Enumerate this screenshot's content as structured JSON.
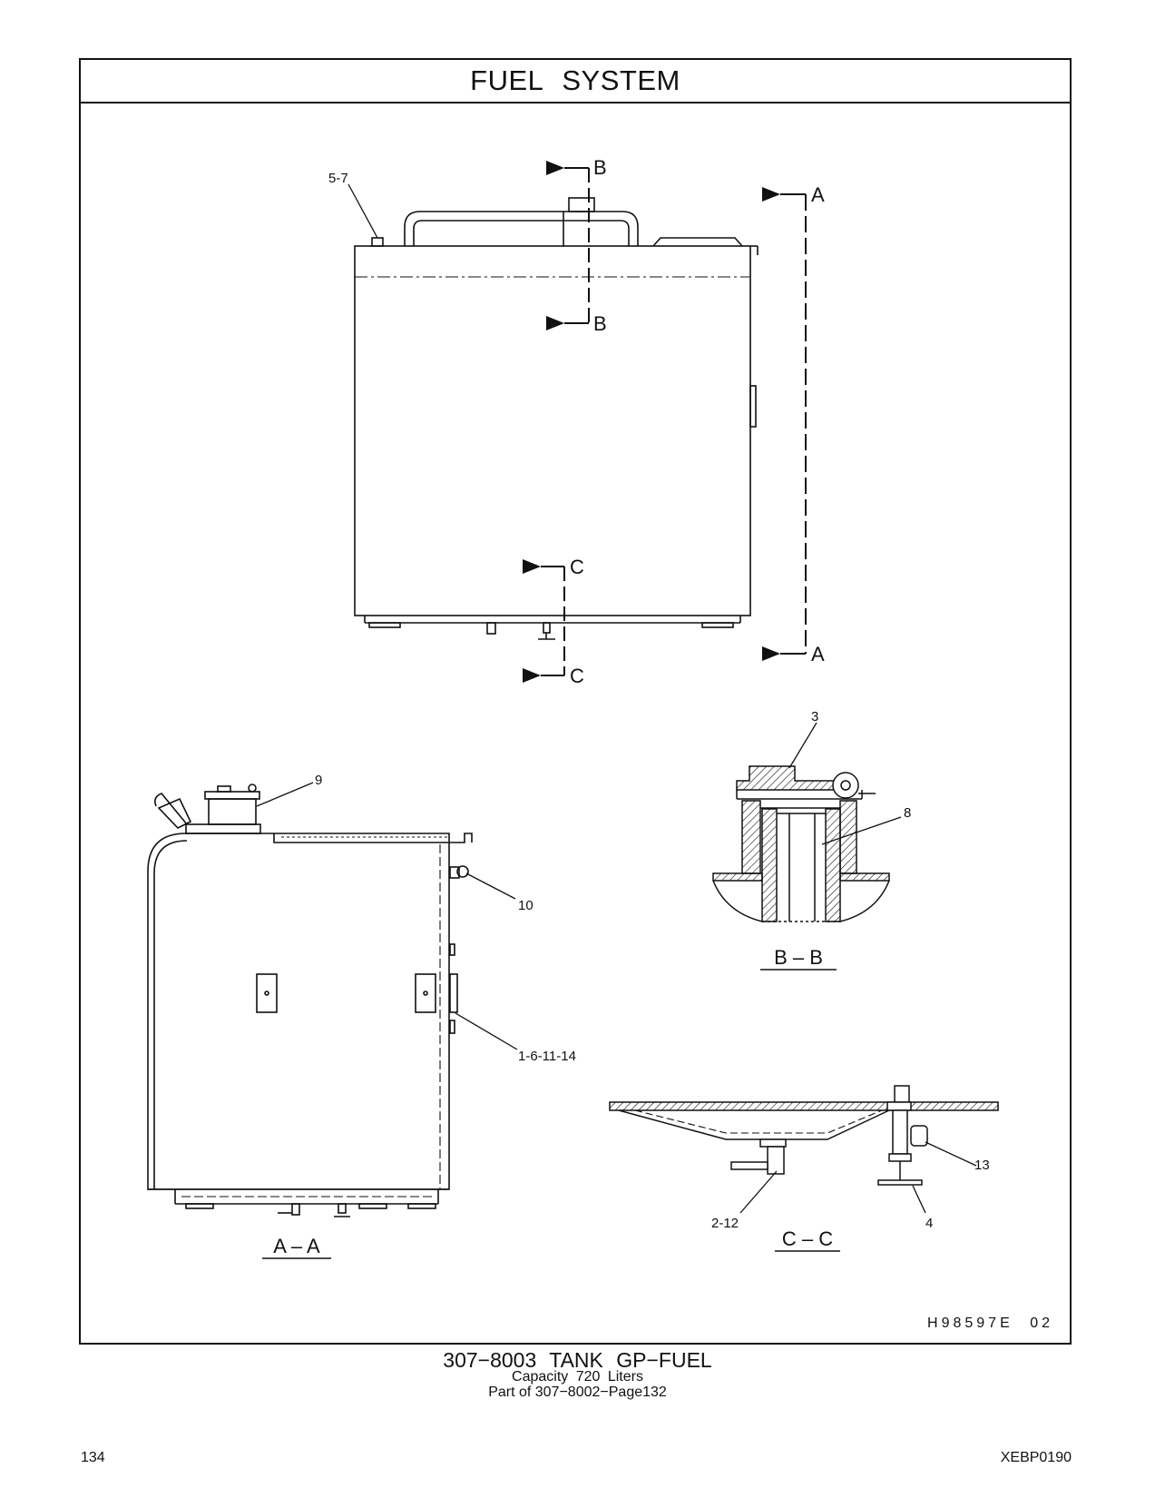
{
  "header": {
    "title": "FUEL   SYSTEM"
  },
  "drawing": {
    "drawing_number": "H98597E   02",
    "section_marks": {
      "b": "B",
      "a": "A",
      "c": "C"
    },
    "views": {
      "aa": "A – A",
      "bb": "B – B",
      "cc": "C – C"
    },
    "callouts": {
      "c57": "5-7",
      "c3": "3",
      "c8": "8",
      "c9": "9",
      "c10": "10",
      "c161114": "1-6-11-14",
      "c13": "13",
      "c212": "2-12",
      "c4": "4"
    }
  },
  "caption": {
    "title": "307−8003   TANK  GP−FUEL",
    "capacity": "Capacity  720  Liters",
    "part_of": "Part of 307−8002−Page132"
  },
  "footer": {
    "page_number": "134",
    "doc_id": "XEBP0190"
  }
}
